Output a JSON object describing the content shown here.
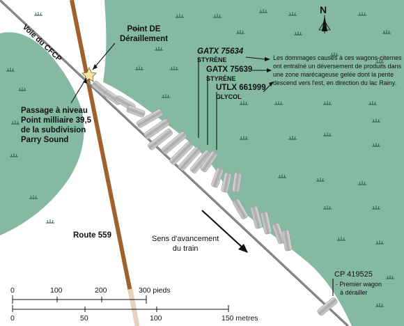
{
  "labels": {
    "railway": "Voie du CFCP",
    "derail_point_line1": "Point DE",
    "derail_point_line2": "Déraillement",
    "crossing_line1": "Passage à niveau",
    "crossing_line2": "Point milliaire 39,5",
    "crossing_line3": "de la subdivision",
    "crossing_line4": "Parry Sound",
    "road": "Route 559",
    "direction_line1": "Sens d'avancement",
    "direction_line2": "du train",
    "north": "N"
  },
  "tank_cars": [
    {
      "id": "GATX 75634",
      "product": "STYRÈNE"
    },
    {
      "id": "GATX 75639",
      "product": "STYRÈNE"
    },
    {
      "id": "UTLX 661999",
      "product": "GLYCOL"
    }
  ],
  "note": {
    "line1": "Les dommages causés à ces wagons-citernes",
    "line2": "ont entraîné un déversement de produits dans",
    "line3": "une zone marécageuse gelée dont la pente",
    "line4": "descend vers l'est, en direction du lac Rainy."
  },
  "first_car": {
    "id": "CP 419525",
    "line1": "- Premier wagon",
    "line2": "à dérailler"
  },
  "scale": {
    "feet_ticks": [
      "0",
      "100",
      "200",
      "300 pieds"
    ],
    "metre_ticks": [
      "0",
      "50",
      "100",
      "150 metres"
    ]
  },
  "colors": {
    "swamp": "#7fb39c",
    "road": "#a0622c",
    "rail": "#8a8a8a",
    "car": "#b9b9b9"
  }
}
